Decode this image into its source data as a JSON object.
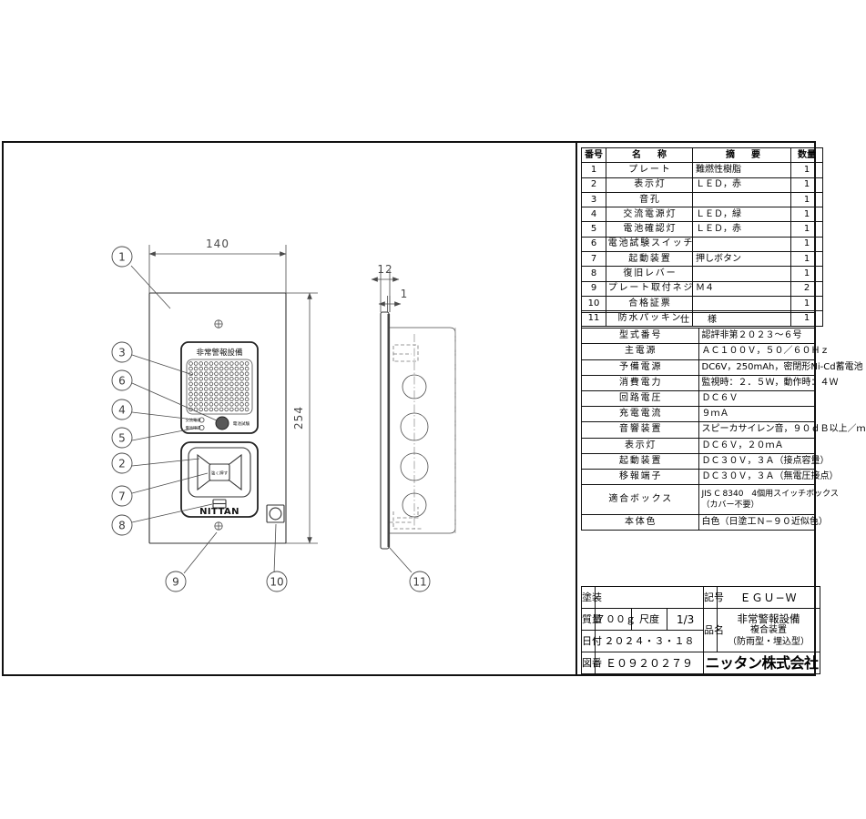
{
  "parts_table": {
    "headers": [
      "番号",
      "名　称",
      "摘　要",
      "数量"
    ],
    "rows": [
      {
        "no": "1",
        "name": "プレート",
        "remark": "難燃性樹脂",
        "qty": "1"
      },
      {
        "no": "2",
        "name": "表示灯",
        "remark": "ＬＥＤ，赤",
        "qty": "1"
      },
      {
        "no": "3",
        "name": "音孔",
        "remark": "",
        "qty": "1"
      },
      {
        "no": "4",
        "name": "交流電源灯",
        "remark": "ＬＥＤ，緑",
        "qty": "1"
      },
      {
        "no": "5",
        "name": "電池確認灯",
        "remark": "ＬＥＤ，赤",
        "qty": "1"
      },
      {
        "no": "6",
        "name": "電池試験スイッチ",
        "remark": "",
        "qty": "1"
      },
      {
        "no": "7",
        "name": "起動装置",
        "remark": "押しボタン",
        "qty": "1"
      },
      {
        "no": "8",
        "name": "復旧レバー",
        "remark": "",
        "qty": "1"
      },
      {
        "no": "9",
        "name": "プレート取付ネジ",
        "remark": "Ｍ４",
        "qty": "2"
      },
      {
        "no": "10",
        "name": "合格証票",
        "remark": "",
        "qty": "1"
      },
      {
        "no": "11",
        "name": "防水パッキン",
        "remark": "",
        "qty": "1"
      }
    ]
  },
  "spec_table": {
    "header": "仕　　様",
    "rows": [
      {
        "label": "型式番号",
        "value": "認評非第２０２３〜６号"
      },
      {
        "label": "主電源",
        "value": "ＡＣ１００Ｖ，５０／６０Ｈｚ"
      },
      {
        "label": "予備電源",
        "value": "DC6V，250mAh，密閉形Ni-Cd蓄電池"
      },
      {
        "label": "消費電力",
        "value": "監視時：２．５Ｗ，動作時：４Ｗ"
      },
      {
        "label": "回路電圧",
        "value": "ＤＣ６Ｖ"
      },
      {
        "label": "充電電流",
        "value": "９ｍＡ"
      },
      {
        "label": "音響装置",
        "value": "スピーカサイレン音，９０ｄＢ以上／ｍ"
      },
      {
        "label": "表示灯",
        "value": "ＤＣ６Ｖ，２０ｍＡ"
      },
      {
        "label": "起動装置",
        "value": "ＤＣ３０Ｖ，３Ａ（接点容量）"
      },
      {
        "label": "移報端子",
        "value": "ＤＣ３０Ｖ，３Ａ（無電圧接点）"
      },
      {
        "label": "適合ボックス",
        "value": "JIS C 8340　4個用スイッチボックス",
        "value2": "（カバー不要）"
      },
      {
        "label": "本体色",
        "value": "白色（日塗工Ｎ−９０近似色）"
      }
    ]
  },
  "title_block": {
    "paint_label": "塗装",
    "paint_value": "",
    "mass_label": "質量",
    "mass_value": "７００ｇ",
    "scale_label": "尺度",
    "scale_value": "1/3",
    "date_label": "日付",
    "date_value": "２０２４・３・１８",
    "dwgno_label": "図番",
    "dwgno_value": "Ｅ０９２０２７９",
    "symbol_label": "記号",
    "symbol_value": "ＥＧＵ−Ｗ",
    "name_label": "品名",
    "product_line1": "非常警報設備",
    "product_line2": "複合装置",
    "product_line3": "（防雨型・埋込型）",
    "company": "ニッタン株式会社"
  },
  "drawing": {
    "dim_width": "140",
    "dim_height": "254",
    "dim_depth": "12",
    "dim_plate": "1",
    "panel_title": "非常警報設備",
    "led_ac_label": "交流電源",
    "led_batt_label": "電池確認",
    "test_switch_label": "電池試験",
    "button_label": "強く押す",
    "brand": "NITTAN",
    "balloons": [
      "1",
      "2",
      "3",
      "4",
      "5",
      "6",
      "7",
      "8",
      "9",
      "10",
      "11"
    ]
  }
}
